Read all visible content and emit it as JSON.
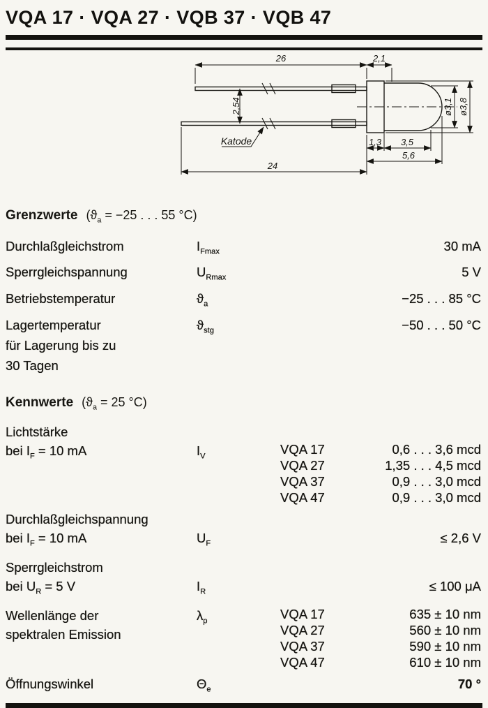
{
  "title": "VQA 17 · VQA 27 · VQB 37 · VQB 47",
  "drawing": {
    "dims": {
      "top_lead": "26",
      "cap": "2,1",
      "pitch": "2,54",
      "bottom_lead": "24",
      "flange": "1,3",
      "dome": "3,5",
      "body": "5,6",
      "dia_inner": "ø3,1",
      "dia_outer": "ø3,8"
    },
    "cathode_label": "Katode"
  },
  "grenzwerte": {
    "heading": "Grenzwerte",
    "cond_pre": "(ϑ",
    "cond_sub": "a",
    "cond_post": " = −25 . . . 55 °C)",
    "rows": [
      {
        "label": "Durchlaßgleichstrom",
        "sym": "I",
        "sub": "Fmax",
        "value": "30 mA"
      },
      {
        "label": "Sperrgleichspannung",
        "sym": "U",
        "sub": "Rmax",
        "value": "5 V"
      },
      {
        "label": "Betriebstemperatur",
        "sym": "ϑ",
        "sub": "a",
        "value": "−25 . . . 85 °C"
      },
      {
        "label": "Lagertemperatur",
        "label2": "für Lagerung bis zu",
        "label3": "30 Tagen",
        "sym": "ϑ",
        "sub": "stg",
        "value": "−50 . . . 50 °C"
      }
    ]
  },
  "kennwerte": {
    "heading": "Kennwerte",
    "cond_pre": "(ϑ",
    "cond_sub": "a",
    "cond_post": " = 25 °C)",
    "lichtstaerke": {
      "label": "Lichtstärke",
      "cond_pre": "bei I",
      "cond_sub": "F",
      "cond_post": " = 10 mA",
      "sym": "I",
      "sub": "V",
      "entries": [
        {
          "type": "VQA 17",
          "value": "0,6 . . . 3,6 mcd"
        },
        {
          "type": "VQA 27",
          "value": "1,35 . . . 4,5 mcd"
        },
        {
          "type": "VQA 37",
          "value": "0,9 . . . 3,0 mcd"
        },
        {
          "type": "VQA 47",
          "value": "0,9 . . . 3,0 mcd"
        }
      ]
    },
    "durchlass": {
      "label": "Durchlaßgleichspannung",
      "cond_pre": "bei I",
      "cond_sub": "F",
      "cond_post": " = 10 mA",
      "sym": "U",
      "sub": "F",
      "value": "≤ 2,6 V"
    },
    "sperr": {
      "label": "Sperrgleichstrom",
      "cond_pre": "bei U",
      "cond_sub": "R",
      "cond_post": " = 5 V",
      "sym": "I",
      "sub": "R",
      "value": "≤ 100 μA"
    },
    "wellenlaenge": {
      "label": "Wellenlänge der",
      "label2": "spektralen Emission",
      "sym": "λ",
      "sub": "p",
      "entries": [
        {
          "type": "VQA 17",
          "value": "635 ± 10 nm"
        },
        {
          "type": "VQA 27",
          "value": "560 ± 10 nm"
        },
        {
          "type": "VQA 37",
          "value": "590 ± 10 nm"
        },
        {
          "type": "VQA 47",
          "value": "610 ± 10 nm"
        }
      ]
    },
    "oeffnungswinkel": {
      "label": "Öffnungswinkel",
      "sym": "Θ",
      "sub": "e",
      "value": "70 °"
    }
  }
}
